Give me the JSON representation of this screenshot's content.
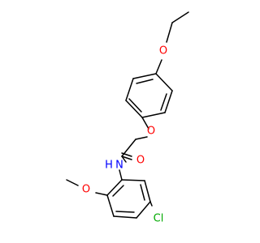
{
  "molecule": {
    "atoms": {
      "o_ethoxy": "O",
      "o_ether": "O",
      "o_carbonyl": "O",
      "nh": "N",
      "nh_h": "H",
      "o_methoxy": "O",
      "cl": "Cl"
    },
    "colors": {
      "bond": "#000000",
      "oxygen": "#ff0000",
      "nitrogen": "#0000ff",
      "chlorine": "#00aa00",
      "background": "#ffffff"
    }
  }
}
